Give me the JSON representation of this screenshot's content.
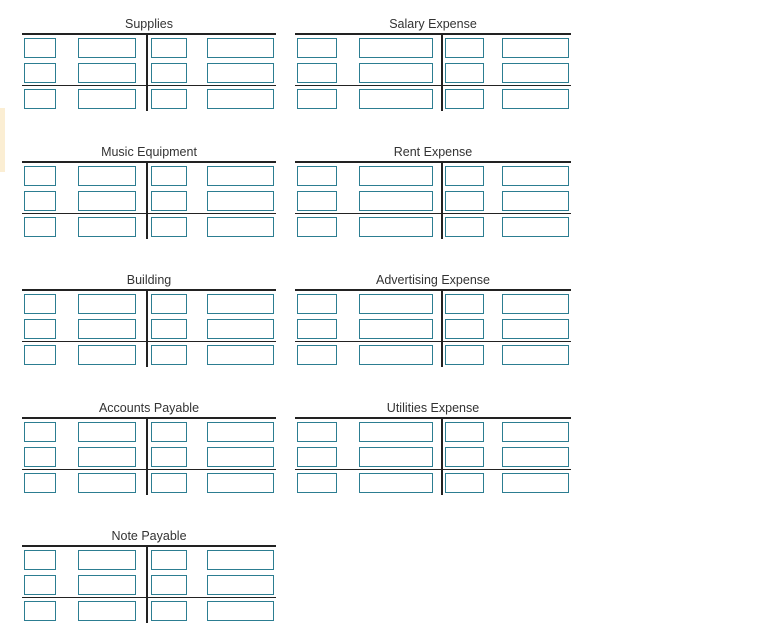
{
  "accounts": [
    {
      "title": "Supplies",
      "column": "left",
      "row": 0
    },
    {
      "title": "Salary Expense",
      "column": "right",
      "row": 0
    },
    {
      "title": "Music Equipment",
      "column": "left",
      "row": 1
    },
    {
      "title": "Rent Expense",
      "column": "right",
      "row": 1
    },
    {
      "title": "Building",
      "column": "left",
      "row": 2
    },
    {
      "title": "Advertising Expense",
      "column": "right",
      "row": 2
    },
    {
      "title": "Accounts Payable",
      "column": "left",
      "row": 3
    },
    {
      "title": "Utilities Expense",
      "column": "right",
      "row": 3
    },
    {
      "title": "Note Payable",
      "column": "left",
      "row": 4
    }
  ],
  "entry_rows": [
    {
      "debit_ref": "",
      "debit_amount": "",
      "credit_ref": "",
      "credit_amount": ""
    },
    {
      "debit_ref": "",
      "debit_amount": "",
      "credit_ref": "",
      "credit_amount": ""
    },
    {
      "debit_ref": "",
      "debit_amount": "",
      "credit_ref": "",
      "credit_amount": "",
      "is_balance_row": true
    }
  ],
  "colors": {
    "input_border": "#2c7d91",
    "rule_line": "#222222",
    "accent_strip": "#fbeed3"
  }
}
